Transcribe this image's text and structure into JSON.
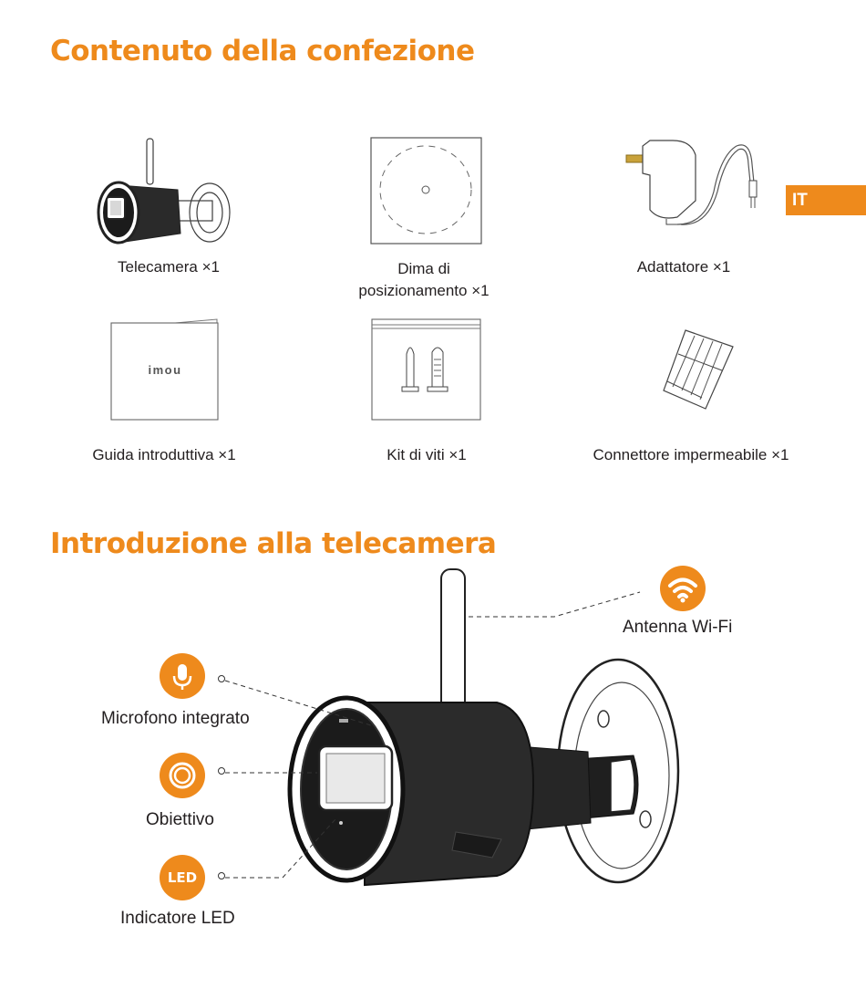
{
  "section_package": {
    "title": "Contenuto della confezione",
    "items": [
      {
        "icon": "camera-icon",
        "lines": [
          "Telecamera ×1"
        ]
      },
      {
        "icon": "template-icon",
        "lines": [
          "Dima di",
          "posizionamento ×1"
        ]
      },
      {
        "icon": "adapter-icon",
        "lines": [
          "Adattatore ×1"
        ]
      },
      {
        "icon": "guide-icon",
        "lines": [
          "Guida introduttiva ×1"
        ],
        "brand": "imou"
      },
      {
        "icon": "screw-kit-icon",
        "lines": [
          "Kit di viti ×1"
        ]
      },
      {
        "icon": "connector-icon",
        "lines": [
          "Connettore impermeabile ×1"
        ]
      }
    ]
  },
  "lang_tab": "IT",
  "section_camera": {
    "title": "Introduzione alla telecamera",
    "callouts": {
      "antenna": "Antenna Wi-Fi",
      "microphone": "Microfono integrato",
      "lens": "Obiettivo",
      "led": "Indicatore LED",
      "led_icon_text": "LED"
    }
  },
  "colors": {
    "accent": "#ee8a1c",
    "text": "#231f20"
  }
}
